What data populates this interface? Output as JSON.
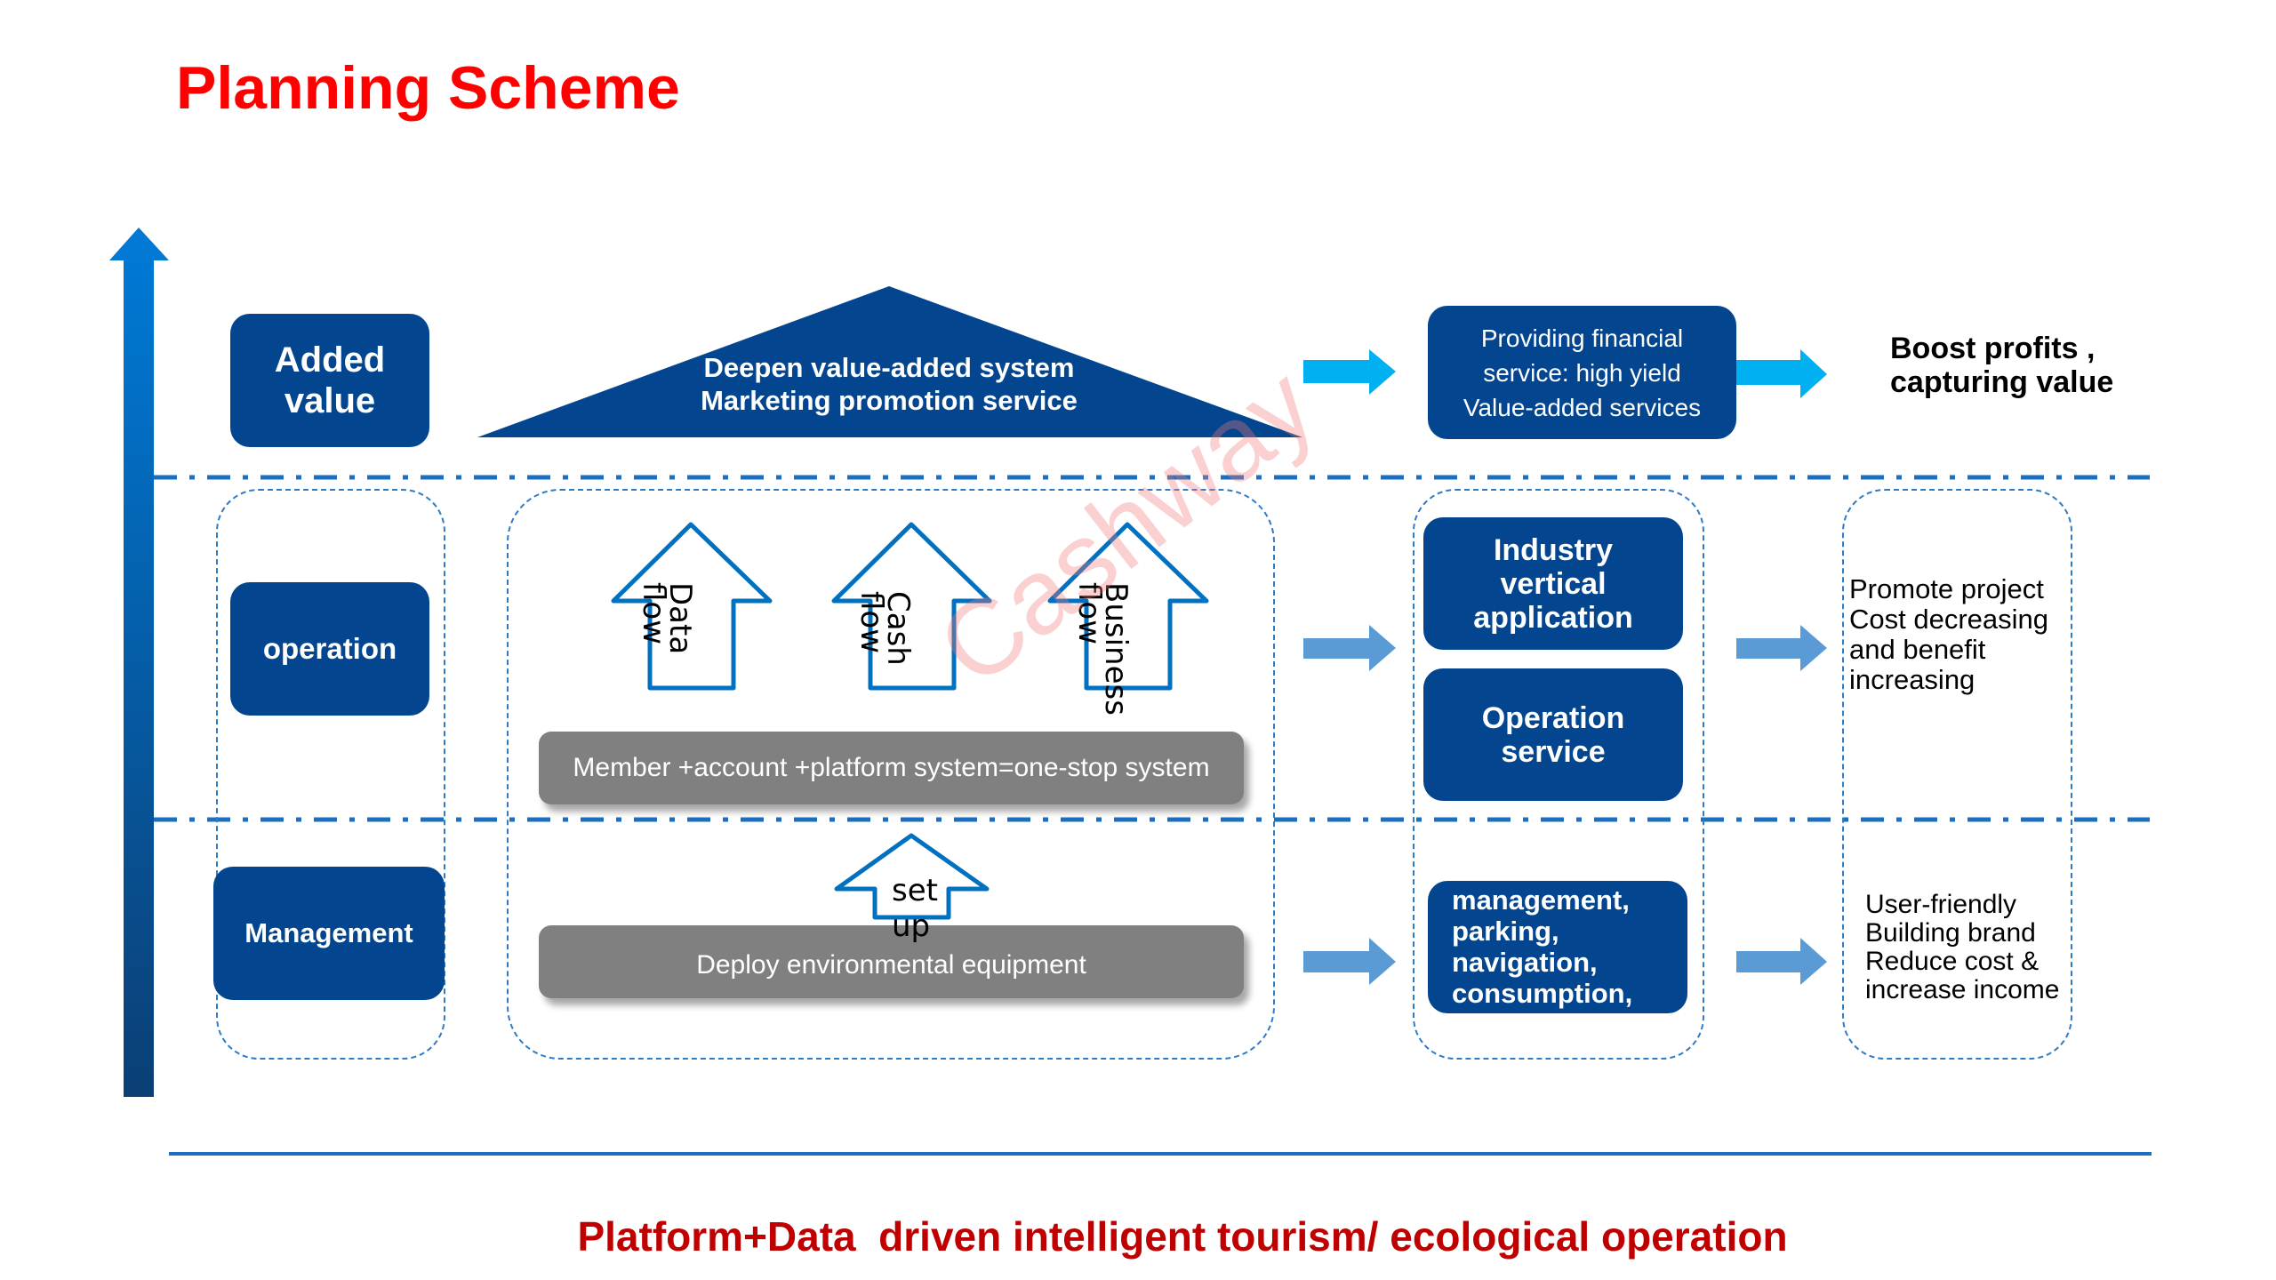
{
  "title": "Planning Scheme",
  "footer_tagline": "Platform+Data  driven intelligent tourism/ ecological operation",
  "watermark": "Cashway",
  "colors": {
    "title_red": "#ff0000",
    "footer_red": "#c00000",
    "navy": "#03468f",
    "axis_blue": "#0070c8",
    "cyan_arrow": "#00b0f0",
    "light_arrow": "#5b9bd5",
    "grey_bar": "#808080",
    "dash_blue": "#2f7bc4"
  },
  "levels": [
    {
      "label_line1": "Added",
      "label_line2": "value"
    },
    {
      "label": "operation"
    },
    {
      "label": "Management"
    }
  ],
  "added_value_row": {
    "triangle_line1": "Deepen value-added system",
    "triangle_line2": "Marketing promotion service",
    "service_box_lines": [
      "Providing financial",
      "service: high yield",
      "Value-added services"
    ],
    "outcome_lines": [
      "Boost profits ,",
      "capturing value"
    ]
  },
  "operation_row": {
    "flows": [
      {
        "line1": "Data",
        "line2": "flow"
      },
      {
        "line1": "Cash",
        "line2": "flow"
      },
      {
        "line1": "Business",
        "line2": "flow"
      }
    ],
    "base_bar": "Member +account +platform system=one-stop system",
    "boxes": [
      {
        "lines": [
          "Industry",
          "vertical",
          "application"
        ]
      },
      {
        "lines": [
          "Operation",
          "service"
        ]
      }
    ],
    "outcome_lines": [
      "Promote project",
      "Cost decreasing",
      "and benefit",
      "increasing"
    ]
  },
  "management_row": {
    "setup_arrow_line1": "set",
    "setup_arrow_line2": "up",
    "base_bar": "Deploy environmental equipment",
    "box_lines": [
      "management,",
      "parking,",
      "navigation,",
      "consumption,"
    ],
    "outcome_lines": [
      "User-friendly",
      "Building brand",
      "Reduce cost &",
      "increase income"
    ]
  }
}
